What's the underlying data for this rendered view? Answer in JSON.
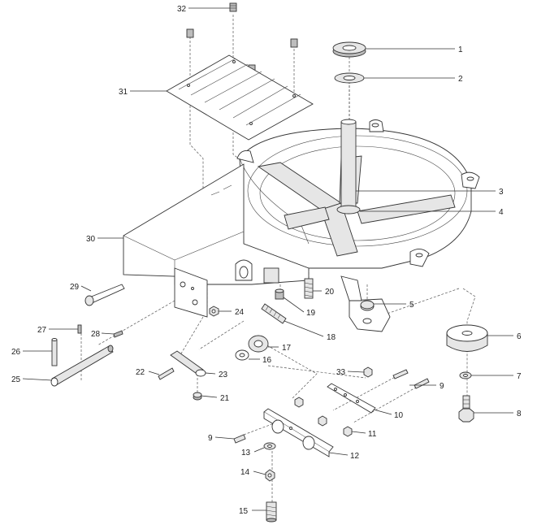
{
  "labels": {
    "p1": "1",
    "p2": "2",
    "p3": "3",
    "p4": "4",
    "p5": "5",
    "p6": "6",
    "p7": "7",
    "p8": "8",
    "p9a": "9",
    "p9b": "9",
    "p10": "10",
    "p11": "11",
    "p12": "12",
    "p13": "13",
    "p14": "14",
    "p15": "15",
    "p16": "16",
    "p17": "17",
    "p18": "18",
    "p19": "19",
    "p20": "20",
    "p21": "21",
    "p22": "22",
    "p23": "23",
    "p24": "24",
    "p25": "25",
    "p26": "26",
    "p27": "27",
    "p28": "28",
    "p29": "29",
    "p30": "30",
    "p31": "31",
    "p32": "32",
    "p33": "33"
  }
}
